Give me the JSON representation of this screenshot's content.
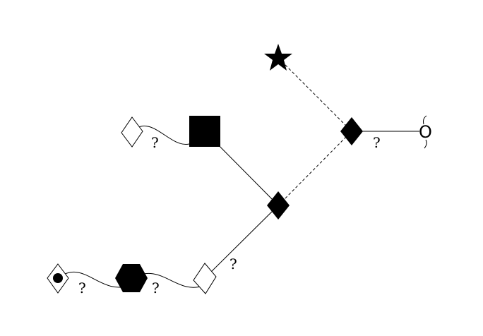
{
  "diagram": {
    "type": "glycan-structure",
    "colors": {
      "fill": "#000000",
      "background": "#ffffff"
    },
    "nodes": [
      {
        "id": "star",
        "shape": "star",
        "fill": "black"
      },
      {
        "id": "diamond-top",
        "shape": "diamond",
        "fill": "black"
      },
      {
        "id": "reducing-end",
        "shape": "text",
        "label": "O"
      },
      {
        "id": "diamond-mid",
        "shape": "diamond",
        "fill": "black"
      },
      {
        "id": "square",
        "shape": "square",
        "fill": "black"
      },
      {
        "id": "diamond-upper-left",
        "shape": "diamond",
        "fill": "white"
      },
      {
        "id": "diamond-lower",
        "shape": "diamond",
        "fill": "white"
      },
      {
        "id": "hexagon",
        "shape": "hexagon",
        "fill": "black"
      },
      {
        "id": "diamond-dot",
        "shape": "diamond-with-dot",
        "fill": "white"
      }
    ],
    "links": [
      {
        "from": "diamond-top",
        "to": "reducing-end",
        "style": "solid",
        "label": "?"
      },
      {
        "from": "star",
        "to": "diamond-top",
        "style": "dashed"
      },
      {
        "from": "diamond-mid",
        "to": "diamond-top",
        "style": "dashed"
      },
      {
        "from": "square",
        "to": "diamond-mid",
        "style": "solid"
      },
      {
        "from": "diamond-upper-left",
        "to": "square",
        "style": "wavy",
        "label": "?"
      },
      {
        "from": "diamond-lower",
        "to": "diamond-mid",
        "style": "solid",
        "label": "?"
      },
      {
        "from": "hexagon",
        "to": "diamond-lower",
        "style": "wavy",
        "label": "?"
      },
      {
        "from": "diamond-dot",
        "to": "hexagon",
        "style": "wavy",
        "label": "?"
      }
    ]
  }
}
